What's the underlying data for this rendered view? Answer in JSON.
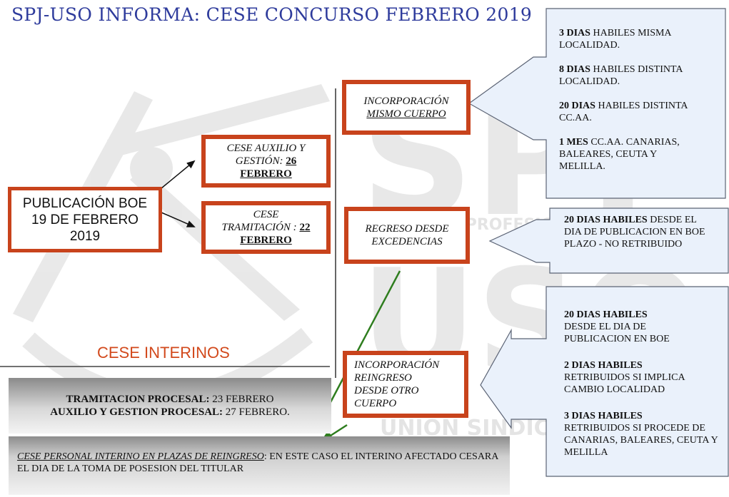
{
  "title": "SPJ-USO INFORMA: CESE CONCURSO FEBRERO 2019",
  "boe": {
    "line1": "PUBLICACIÓN BOE",
    "line2": "19 DE FEBRERO",
    "line3": "2019"
  },
  "cese_auxilio": {
    "text": "CESE AUXILIO Y GESTIÓN: ",
    "date1": "26",
    "date2": "FEBRERO"
  },
  "cese_tramitacion": {
    "line1": "CESE",
    "text": "TRAMITACIÓN : ",
    "date1": "22",
    "date2": "FEBRERO"
  },
  "incorporacion_mismo": {
    "line1": "INCORPORACIÓN",
    "line2": "MISMO CUERPO"
  },
  "regreso": {
    "line1": "REGRESO DESDE",
    "line2": "EXCEDENCIAS"
  },
  "incorporacion_reingreso": {
    "line1": "INCORPORACIÓN",
    "line2": "REINGRESO",
    "line3": "DESDE OTRO",
    "line4": "CUERPO"
  },
  "plazos_mismo": [
    {
      "bold": "3 DIAS",
      "rest": " HABILES MISMA LOCALIDAD."
    },
    {
      "bold": "8 DIAS",
      "rest": " HABILES DISTINTA LOCALIDAD."
    },
    {
      "bold": "20 DIAS",
      "rest": " HABILES DISTINTA CC.AA."
    },
    {
      "bold": "1 MES",
      "rest": " CC.AA. CANARIAS, BALEARES, CEUTA Y MELILLA."
    }
  ],
  "plazos_regreso": {
    "bold": "20 DIAS HABILES",
    "rest": " DESDE EL DIA DE PUBLICACION EN BOE",
    "line2": "PLAZO -  NO RETRIBUIDO"
  },
  "plazos_reingreso": [
    {
      "bold": "20 DIAS HABILES",
      "rest": "DESDE EL DIA DE PUBLICACION EN BOE"
    },
    {
      "bold": "2 DIAS HABILES",
      "rest": "RETRIBUIDOS SI IMPLICA CAMBIO LOCALIDAD"
    },
    {
      "bold": "3 DIAS HABILES",
      "rest": "RETRIBUIDOS SI PROCEDE DE CANARIAS, BALEARES, CEUTA Y MELILLA"
    }
  ],
  "interinos": {
    "heading": "CESE INTERINOS",
    "tramitacion_label": "TRAMITACION PROCESAL:",
    "tramitacion_date": " 23 FEBRERO",
    "auxilio_label": "AUXILIO  Y GESTION PROCESAL:",
    "auxilio_date": " 27 FEBRERO.",
    "reingreso_label": "CESE PERSONAL INTERINO EN PLAZAS DE REINGRESO",
    "reingreso_text": ": EN ESTE CASO EL INTERINO AFECTADO CESARA EL DIA DE LA TOMA DE POSESION DEL TITULAR"
  },
  "watermark": {
    "logo_letters": "SPJ",
    "logo_letters2": "USO",
    "line1": "SINDICATO PROFESIONAL DE JUSTICIA",
    "line2": "UNIÓN SINDICAL OBRERA"
  },
  "colors": {
    "accent": "#c8431c",
    "title": "#2e3b9c",
    "callout": "#eaf1fb",
    "callout_border": "#5b6374",
    "arrow_green": "#2e7d1e"
  }
}
